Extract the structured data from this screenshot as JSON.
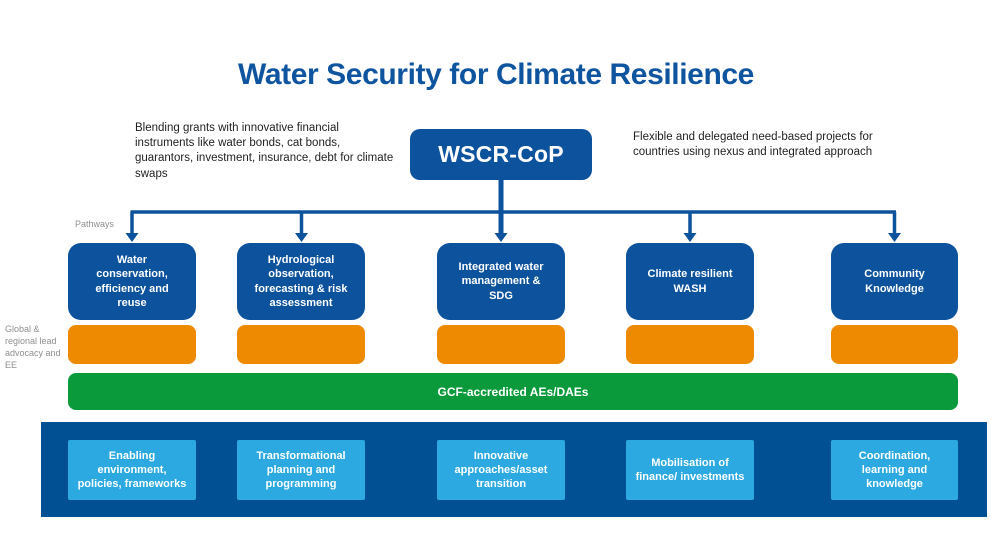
{
  "title": "Water Security for Climate Resilience",
  "annotations": {
    "left_note": "Blending grants with innovative financial instruments like water bonds, cat bonds, guarantors, investment, insurance, debt for climate swaps",
    "right_note": "Flexible and delegated need-based projects for countries using nexus and integrated approach",
    "pathways_label": "Pathways",
    "side_label": "Global & regional lead advocacy and EE"
  },
  "hub": {
    "label": "WSCR-CoP"
  },
  "pathways": [
    {
      "label": "Water conservation, efficiency and reuse"
    },
    {
      "label": "Hydrological observation, forecasting & risk assessment"
    },
    {
      "label": "Integrated water management & SDG"
    },
    {
      "label": "Climate resilient WASH"
    },
    {
      "label": "Community Knowledge"
    }
  ],
  "green_bar": {
    "label": "GCF-accredited AEs/DAEs"
  },
  "process_steps": [
    {
      "label": "Enabling environment, policies, frameworks"
    },
    {
      "label": "Transformational planning and programming"
    },
    {
      "label": "Innovative approaches/asset transition"
    },
    {
      "label": "Mobilisation of finance/ investments"
    },
    {
      "label": "Coordination, learning and knowledge"
    }
  ],
  "colors": {
    "dark_blue": "#0d529c",
    "title_blue": "#0f549e",
    "orange": "#ee8a02",
    "green": "#0a9a3c",
    "light_blue": "#2ba9e0",
    "bottom_bg": "#015093",
    "arrow_light": "#46b4e4",
    "gray": "#8f8f8f"
  }
}
